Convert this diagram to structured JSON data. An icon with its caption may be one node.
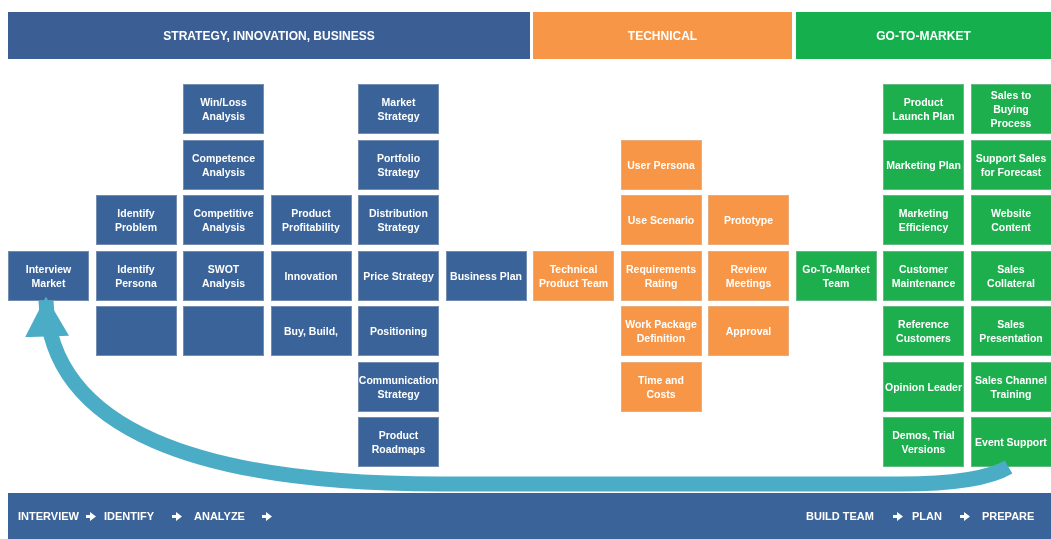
{
  "diagram": {
    "nodes": [
      {
        "text": [
          "STRATEGY, INNOVATION, BUSINESS"
        ]
      },
      {
        "text": [
          "TECHNICAL"
        ]
      },
      {
        "text": [
          "GO-TO-MARKET"
        ]
      },
      {
        "text": [
          "Win/Loss Analysis"
        ]
      },
      {
        "text": [
          "Market Strategy"
        ]
      },
      {
        "text": [
          "Product Launch Plan"
        ]
      },
      {
        "text": [
          "Sales to Buying Process"
        ]
      },
      {
        "text": [
          "Competence Analysis"
        ]
      },
      {
        "text": [
          "Portfolio Strategy"
        ]
      },
      {
        "text": [
          "User Persona"
        ]
      },
      {
        "text": [
          "Marketing Plan"
        ]
      },
      {
        "text": [
          "Support Sales for Forecast"
        ]
      },
      {
        "text": [
          "Identify Problem"
        ]
      },
      {
        "text": [
          "Competitive Analysis"
        ]
      },
      {
        "text": [
          "Product Profitability"
        ]
      },
      {
        "text": [
          "Distribution Strategy"
        ]
      },
      {
        "text": [
          "Use Scenario"
        ]
      },
      {
        "text": [
          "Prototype"
        ]
      },
      {
        "text": [
          "Marketing Efficiency"
        ]
      },
      {
        "text": [
          "Website Content"
        ]
      },
      {
        "text": [
          "Interview Market"
        ]
      },
      {
        "text": [
          "Identify Persona"
        ]
      },
      {
        "text": [
          "SWOT Analysis"
        ]
      },
      {
        "text": [
          "Innovation"
        ]
      },
      {
        "text": [
          "Price Strategy"
        ]
      },
      {
        "text": [
          "Business Plan"
        ]
      },
      {
        "text": [
          "Technical Product Team"
        ]
      },
      {
        "text": [
          "Requirements Rating"
        ]
      },
      {
        "text": [
          "Review Meetings"
        ]
      },
      {
        "text": [
          "Go-To-Market Team"
        ]
      },
      {
        "text": [
          "Customer Maintenance"
        ]
      },
      {
        "text": [
          "Sales Collateral"
        ]
      },
      {
        "text": [],
        "shape": "box"
      },
      {
        "text": [],
        "shape": "box"
      },
      {
        "text": [
          "Buy, Build,"
        ]
      },
      {
        "text": [
          "Positioning"
        ]
      },
      {
        "text": [
          "Work Package Definition"
        ]
      },
      {
        "text": [
          "Approval"
        ]
      },
      {
        "text": [
          "Reference Customers"
        ]
      },
      {
        "text": [
          "Sales Presentation"
        ]
      },
      {
        "text": [
          "Communication Strategy"
        ]
      },
      {
        "text": [
          "Time and Costs"
        ]
      },
      {
        "text": [
          "Opinion Leader"
        ]
      },
      {
        "text": [
          "Sales Channel Training"
        ]
      },
      {
        "text": [
          "Product Roadmaps"
        ]
      },
      {
        "text": [
          "Demos, Trial Versions"
        ]
      },
      {
        "text": [
          "Event Support"
        ]
      },
      {
        "text": [
          "INTERVIEW",
          "IDENTIFY",
          "ANALYZE",
          "BUILD TEAM",
          "PLAN",
          "PREPARE"
        ]
      }
    ],
    "edges": [
      {
        "from": 46,
        "to": 20,
        "arrow": "to",
        "color": "#4bacc6"
      }
    ]
  }
}
